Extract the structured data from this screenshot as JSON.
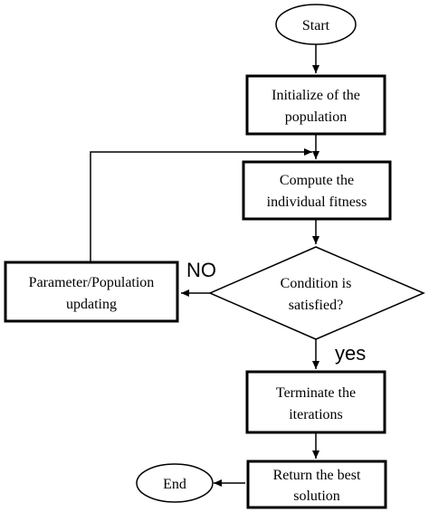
{
  "nodes": {
    "start": "Start",
    "initialize": [
      "Initialize of the",
      "population"
    ],
    "compute": [
      "Compute the",
      "individual fitness"
    ],
    "condition": [
      "Condition is",
      "satisfied?"
    ],
    "update": [
      "Parameter/Population",
      "updating"
    ],
    "terminate": [
      "Terminate the",
      "iterations"
    ],
    "return_best": [
      "Return the best",
      "solution"
    ],
    "end": "End"
  },
  "edges": {
    "no_label": "NO",
    "yes_label": "yes"
  }
}
